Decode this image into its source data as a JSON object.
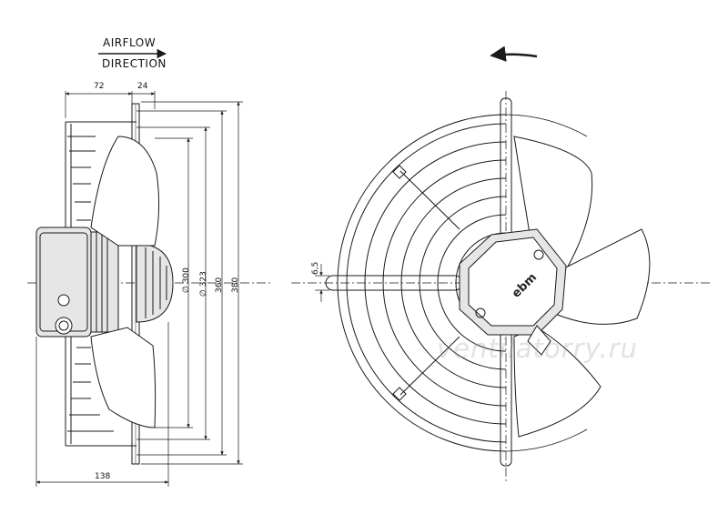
{
  "labels": {
    "airflow": "AIRFLOW",
    "direction": "DIRECTION"
  },
  "dimensions": {
    "d72": "72",
    "d24": "24",
    "d138": "138",
    "d6_5": "6,5",
    "d300": "∅ 300",
    "d323": "∅ 323",
    "d360": "360",
    "d380": "380"
  },
  "logo_text": "ebm",
  "watermark": "ventilatorry.ru",
  "colors": {
    "line": "#1a1a1a",
    "blade_fill": "#ffffff",
    "motor_fill": "#e6e6e6",
    "background": "#ffffff"
  }
}
